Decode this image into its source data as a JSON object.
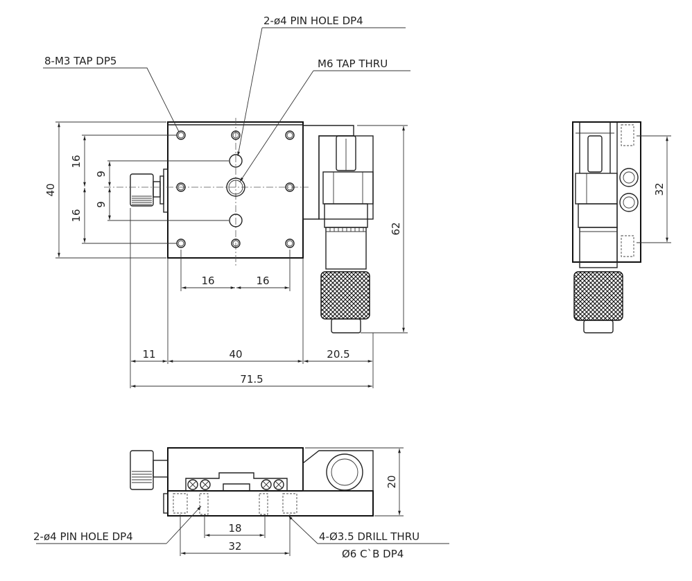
{
  "callouts": {
    "m3_tap": "8-M3 TAP DP5",
    "pin_hole_top": "2-ø4 PIN HOLE DP4",
    "m6_tap": "M6 TAP THRU",
    "pin_hole_bottom": "2-ø4 PIN HOLE DP4",
    "drill_thru": "4-Ø3.5 DRILL THRU",
    "counterbore": "Ø6 C`B DP4"
  },
  "dimensions": {
    "height_40": "40",
    "left_16_top": "16",
    "left_9_top": "9",
    "left_9_bottom": "9",
    "left_16_bottom": "16",
    "bottom_16_left": "16",
    "bottom_16_right": "16",
    "overall_62": "62",
    "width_11": "11",
    "width_40": "40",
    "width_20_5": "20.5",
    "total_71_5": "71.5",
    "side_32": "32",
    "front_20": "20",
    "front_18": "18",
    "front_32": "32"
  }
}
